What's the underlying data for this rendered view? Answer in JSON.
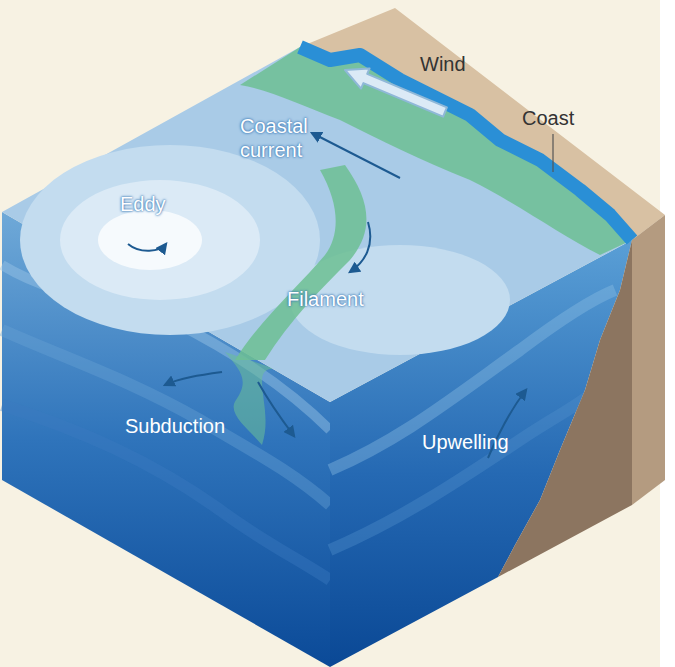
{
  "diagram": {
    "labels": [
      "Wind",
      "Coast",
      "Coastal current",
      "Eddy",
      "Filament",
      "Subduction",
      "Upwelling"
    ]
  }
}
